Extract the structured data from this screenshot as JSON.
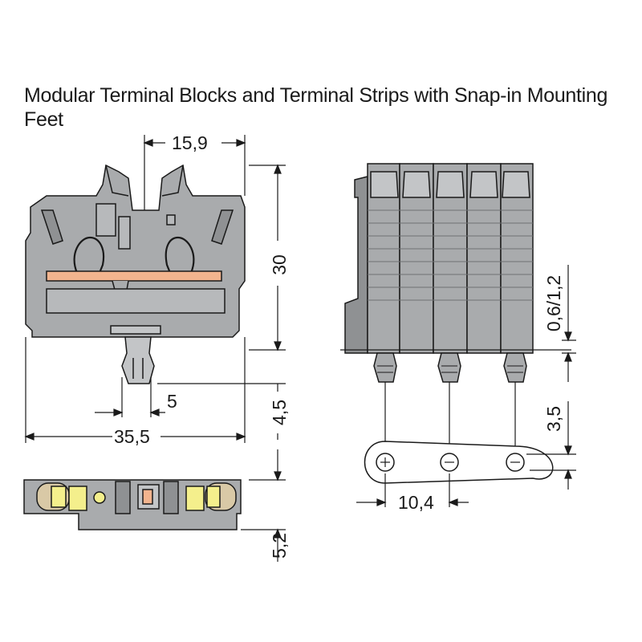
{
  "title": "Modular Terminal Blocks and Terminal Strips with Snap-in Mounting Feet",
  "dimensions": {
    "top_width": "15,9",
    "height": "30",
    "foot_height": "4,5",
    "foot_width": "5",
    "total_width": "35,5",
    "bottom_height": "5,2",
    "gap": "0,6/1,2",
    "pin_offset": "3,5",
    "pitch": "10,4"
  },
  "colors": {
    "housing": "#a9abad",
    "housing_dark": "#8f9193",
    "housing_light": "#c3c5c7",
    "stroke": "#1a1a1a",
    "busbar": "#f2b48e",
    "marker": "#f2e9a0",
    "contact": "#f4ef8c"
  }
}
